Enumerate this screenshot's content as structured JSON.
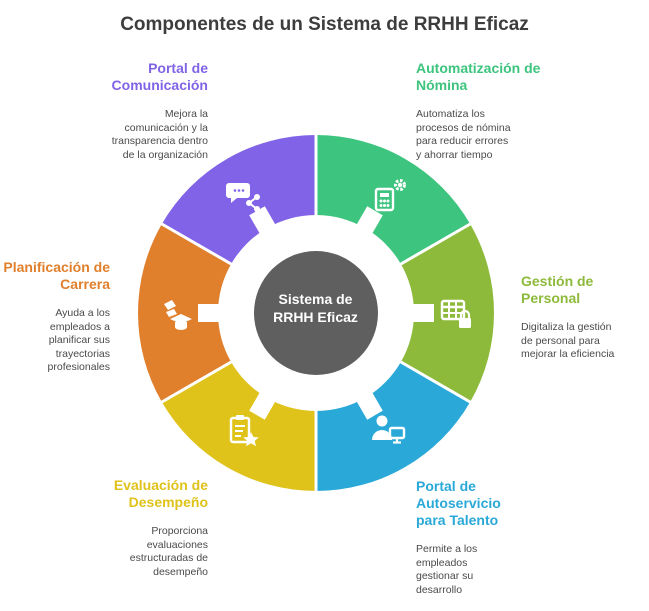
{
  "title": "Componentes de un Sistema de RRHH Eficaz",
  "center": {
    "line1": "Sistema de",
    "line2": "RRHH Eficaz",
    "color": "#5f5f5f"
  },
  "segments": [
    {
      "id": "automatizacion-nomina",
      "title_lines": [
        "Automatización de",
        "Nómina"
      ],
      "desc_lines": [
        "Automatiza los",
        "procesos de nómina",
        "para reducir errores",
        "y ahorrar tiempo"
      ],
      "color": "#3dc47e",
      "icon": "calculator-gear-icon"
    },
    {
      "id": "gestion-personal",
      "title_lines": [
        "Gestión de",
        "Personal"
      ],
      "desc_lines": [
        "Digitaliza la gestión",
        "de personal para",
        "mejorar la eficiencia"
      ],
      "color": "#8dba3a",
      "icon": "table-lock-icon"
    },
    {
      "id": "portal-autoservicio",
      "title_lines": [
        "Portal de",
        "Autoservicio",
        "para Talento"
      ],
      "desc_lines": [
        "Permite a los",
        "empleados",
        "gestionar su",
        "desarrollo"
      ],
      "color": "#2aa9d8",
      "icon": "user-monitor-icon"
    },
    {
      "id": "evaluacion-desempeno",
      "title_lines": [
        "Evaluación de",
        "Desempeño"
      ],
      "desc_lines": [
        "Proporciona",
        "evaluaciones",
        "estructuradas de",
        "desempeño"
      ],
      "color": "#dfc21a",
      "icon": "clipboard-star-icon"
    },
    {
      "id": "planificacion-carrera",
      "title_lines": [
        "Planificación de",
        "Carrera"
      ],
      "desc_lines": [
        "Ayuda a los",
        "empleados a",
        "planificar sus",
        "trayectorias",
        "profesionales"
      ],
      "color": "#e07f2c",
      "icon": "graduation-cap-icon"
    },
    {
      "id": "portal-comunicacion",
      "title_lines": [
        "Portal de",
        "Comunicación"
      ],
      "desc_lines": [
        "Mejora la",
        "comunicación y la",
        "transparencia dentro",
        "de la organización"
      ],
      "color": "#8063e6",
      "icon": "chat-share-icon"
    }
  ]
}
